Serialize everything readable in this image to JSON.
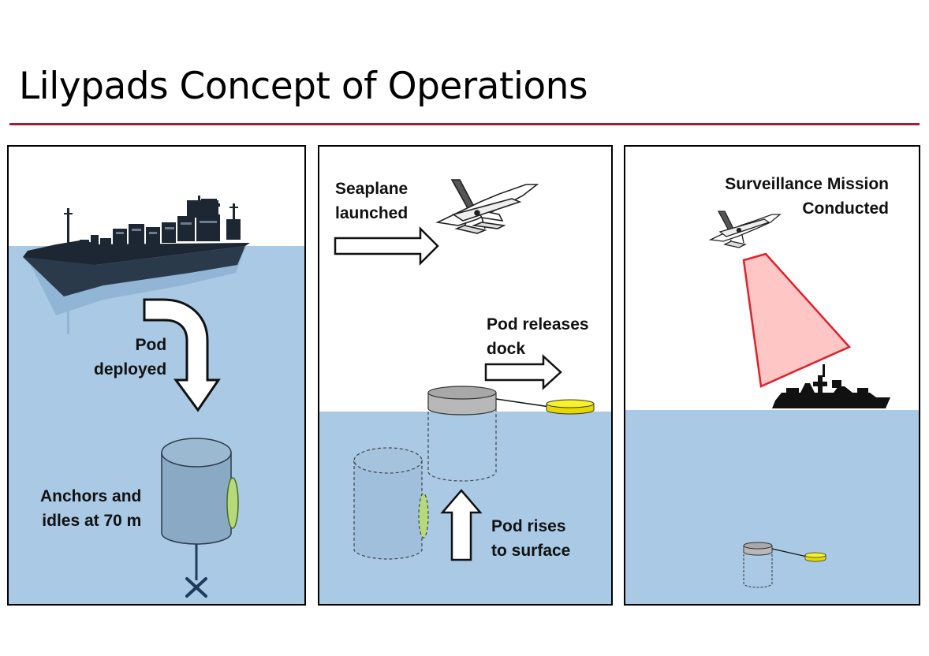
{
  "title": "Lilypads Concept of Operations",
  "colors": {
    "accent_rule": "#9b2335",
    "water": "#a9c9e5",
    "pod_body": "#8aa9c4",
    "pod_cap": "#b8b8b8",
    "dock": "#f5f12a",
    "battery": "#b6d97a",
    "vessel": "#1c2733",
    "beam": "#ffc6c6",
    "beam_edge": "#e0202a"
  },
  "panels": [
    {
      "labels": {
        "pod_deployed": [
          "Pod",
          "deployed"
        ],
        "anchors": [
          "Anchors and",
          "idles at 70 m"
        ]
      },
      "icons": [
        "cargo-ship-icon",
        "curved-down-arrow-icon",
        "pod-icon",
        "anchor-icon"
      ]
    },
    {
      "labels": {
        "seaplane": [
          "Seaplane",
          "launched"
        ],
        "pod_releases": [
          "Pod releases",
          "dock"
        ],
        "pod_rises": [
          "Pod rises",
          "to surface"
        ]
      },
      "icons": [
        "seaplane-icon",
        "right-arrow-icon",
        "pod-icon",
        "dock-icon",
        "up-arrow-icon"
      ]
    },
    {
      "labels": {
        "surveillance": [
          "Surveillance Mission",
          "Conducted"
        ]
      },
      "icons": [
        "seaplane-icon",
        "sensor-beam-icon",
        "warship-icon",
        "pod-icon",
        "dock-icon"
      ]
    }
  ]
}
